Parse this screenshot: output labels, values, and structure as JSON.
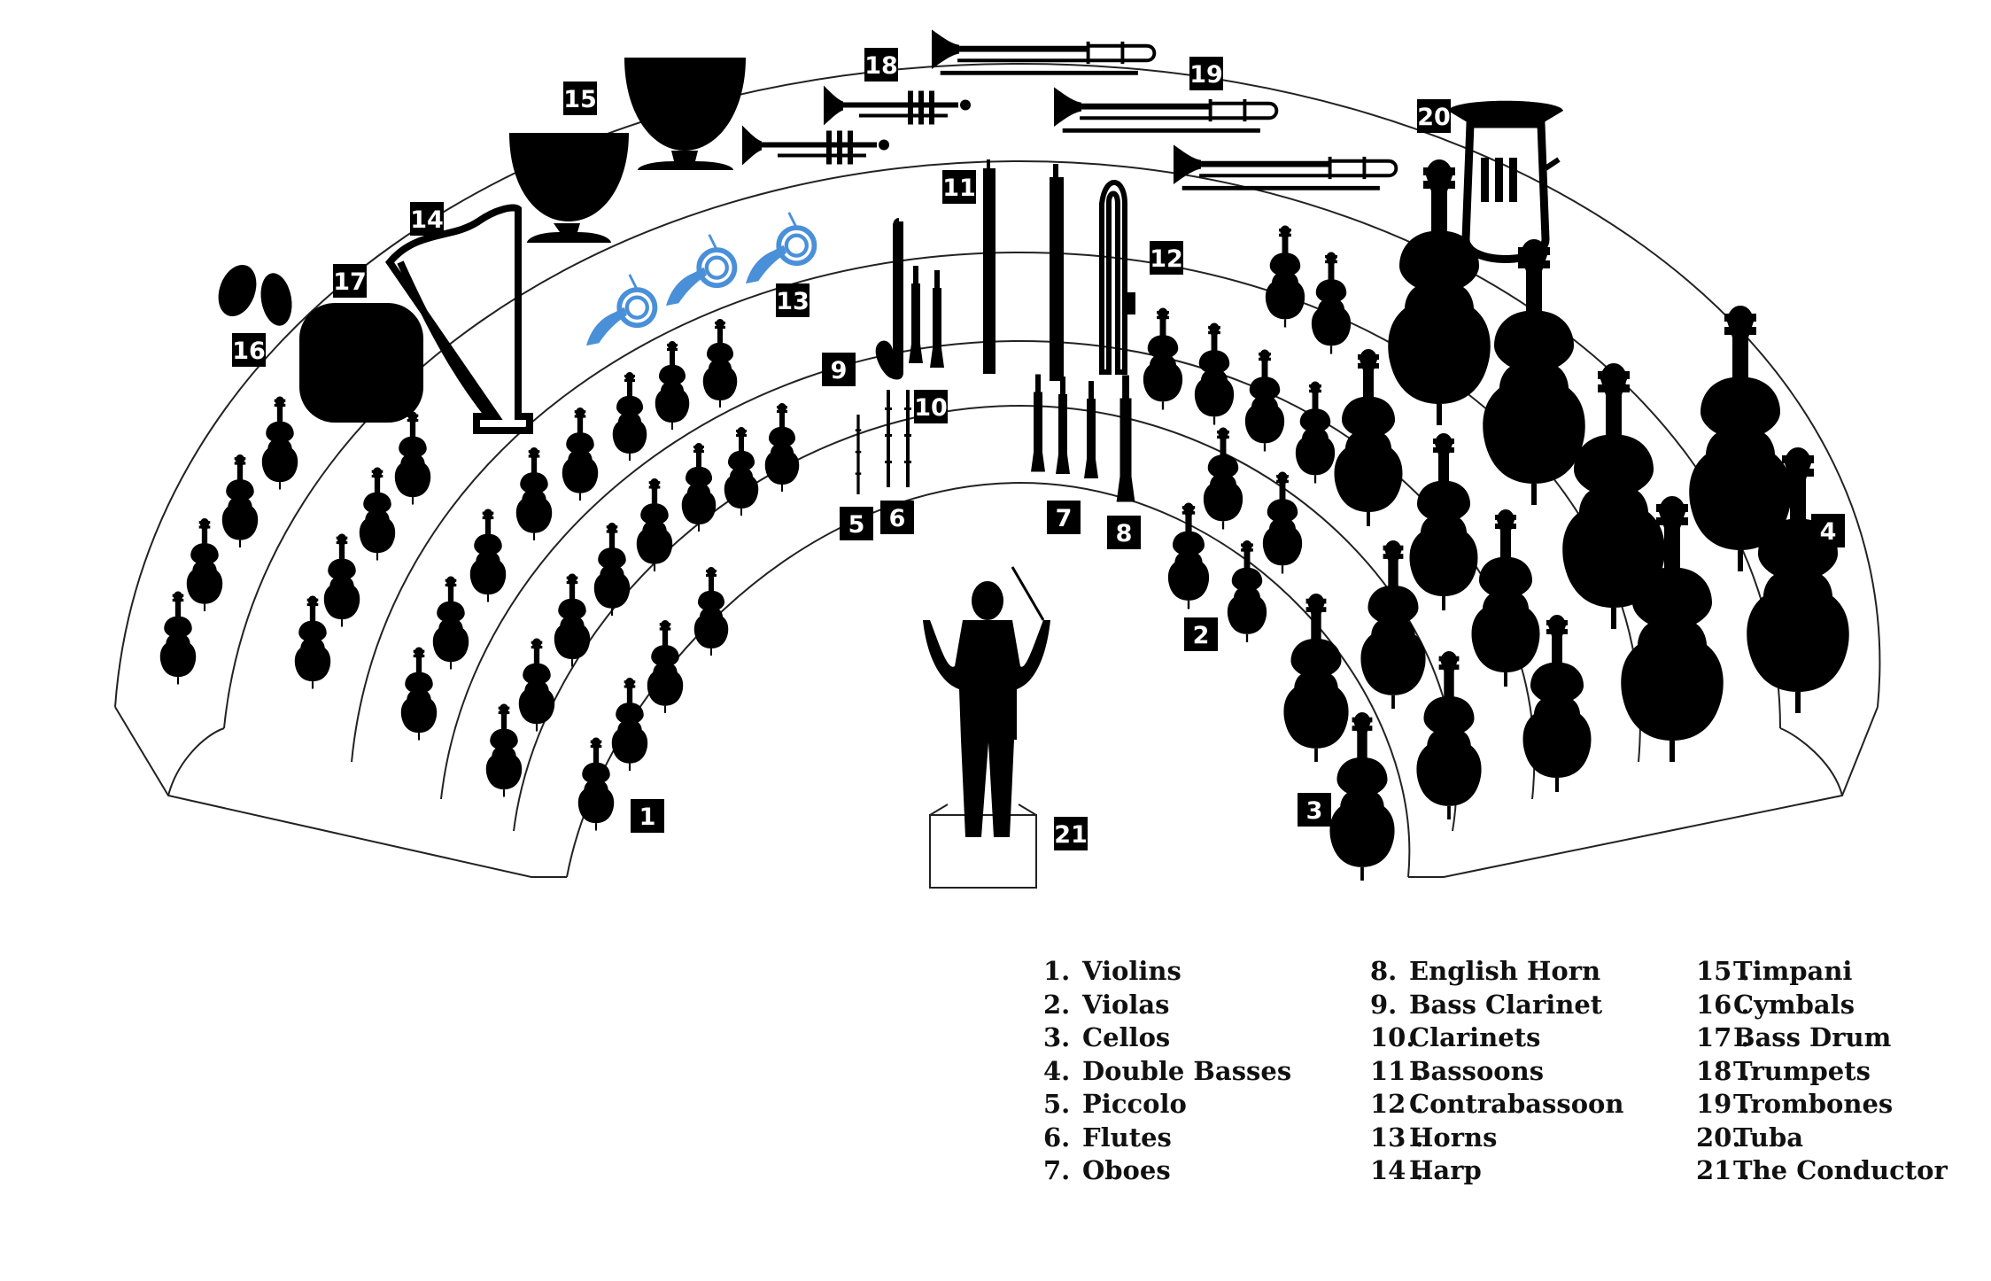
{
  "colors": {
    "ink": "#000000",
    "stage_line": "#222222",
    "horns": "#4a90d9",
    "badge_text": "#ffffff"
  },
  "sections": [
    {
      "id": "violins",
      "num": "1",
      "icon": "violin-icon"
    },
    {
      "id": "violas",
      "num": "2",
      "icon": "viola-icon"
    },
    {
      "id": "cellos",
      "num": "3",
      "icon": "cello-icon"
    },
    {
      "id": "double-basses",
      "num": "4",
      "icon": "double-bass-icon"
    },
    {
      "id": "piccolo",
      "num": "5",
      "icon": "piccolo-icon"
    },
    {
      "id": "flutes",
      "num": "6",
      "icon": "flute-icon"
    },
    {
      "id": "oboes",
      "num": "7",
      "icon": "oboe-icon"
    },
    {
      "id": "english-horn",
      "num": "8",
      "icon": "english-horn-icon"
    },
    {
      "id": "bass-clarinet",
      "num": "9",
      "icon": "bass-clarinet-icon"
    },
    {
      "id": "clarinets",
      "num": "10",
      "icon": "clarinet-icon"
    },
    {
      "id": "bassoons",
      "num": "11",
      "icon": "bassoon-icon"
    },
    {
      "id": "contrabassoon",
      "num": "12",
      "icon": "contrabassoon-icon"
    },
    {
      "id": "horns",
      "num": "13",
      "icon": "french-horn-icon"
    },
    {
      "id": "harp",
      "num": "14",
      "icon": "harp-icon"
    },
    {
      "id": "timpani",
      "num": "15",
      "icon": "timpani-icon"
    },
    {
      "id": "cymbals",
      "num": "16",
      "icon": "cymbals-icon"
    },
    {
      "id": "bass-drum",
      "num": "17",
      "icon": "bass-drum-icon"
    },
    {
      "id": "trumpets",
      "num": "18",
      "icon": "trumpet-icon"
    },
    {
      "id": "trombones",
      "num": "19",
      "icon": "trombone-icon"
    },
    {
      "id": "tuba",
      "num": "20",
      "icon": "tuba-icon"
    },
    {
      "id": "conductor",
      "num": "21",
      "icon": "conductor-icon"
    }
  ],
  "legend": {
    "columns": [
      [
        {
          "num": "1.",
          "label": "Violins"
        },
        {
          "num": "2.",
          "label": "Violas"
        },
        {
          "num": "3.",
          "label": "Cellos"
        },
        {
          "num": "4.",
          "label": "Double Basses"
        },
        {
          "num": "5.",
          "label": "Piccolo"
        },
        {
          "num": "6.",
          "label": "Flutes"
        },
        {
          "num": "7.",
          "label": "Oboes"
        }
      ],
      [
        {
          "num": "8.",
          "label": "English Horn"
        },
        {
          "num": "9.",
          "label": "Bass Clarinet"
        },
        {
          "num": "10.",
          "label": "Clarinets"
        },
        {
          "num": "11 .",
          "label": "Bassoons"
        },
        {
          "num": "12 .",
          "label": "Contrabassoon"
        },
        {
          "num": "13 .",
          "label": "Horns"
        },
        {
          "num": "14 .",
          "label": "Harp"
        }
      ],
      [
        {
          "num": "15 .",
          "label": "Timpani"
        },
        {
          "num": "16 .",
          "label": "Cymbals"
        },
        {
          "num": "17 .",
          "label": "Bass Drum"
        },
        {
          "num": "18 .",
          "label": "Trumpets"
        },
        {
          "num": "19 .",
          "label": "Trombones"
        },
        {
          "num": "20.",
          "label": "Tuba"
        },
        {
          "num": "21 .",
          "label": "The Conductor"
        }
      ]
    ]
  }
}
